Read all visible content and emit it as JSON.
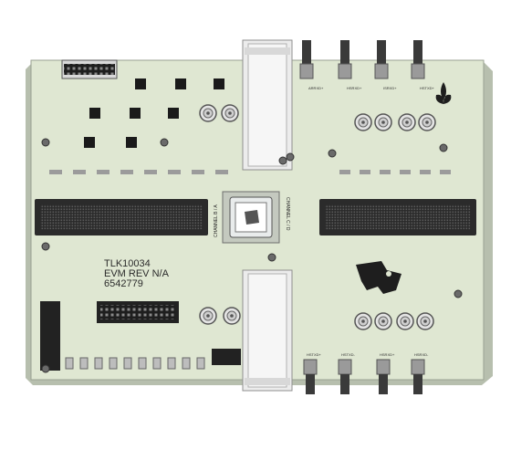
{
  "board": {
    "line1": "TLK10034",
    "line2": "EVM REV N/A",
    "line3": "6542779",
    "center_left": "CHANNEL B / A",
    "center_right": "CHANNEL C / D"
  },
  "colors": {
    "pcb": "#dfe7d2",
    "pcb_edge": "#b7bfae",
    "connector_dark": "#232323",
    "copper": "#8a8a8a"
  },
  "sma_top_labels": [
    "ARRXD+",
    "HSRXD+",
    "ISRXD+",
    "HSTXD+"
  ],
  "sma_bottom_labels": [
    "HSTXD+",
    "HSTXD-",
    "HSRXD+",
    "HSRXD-"
  ]
}
